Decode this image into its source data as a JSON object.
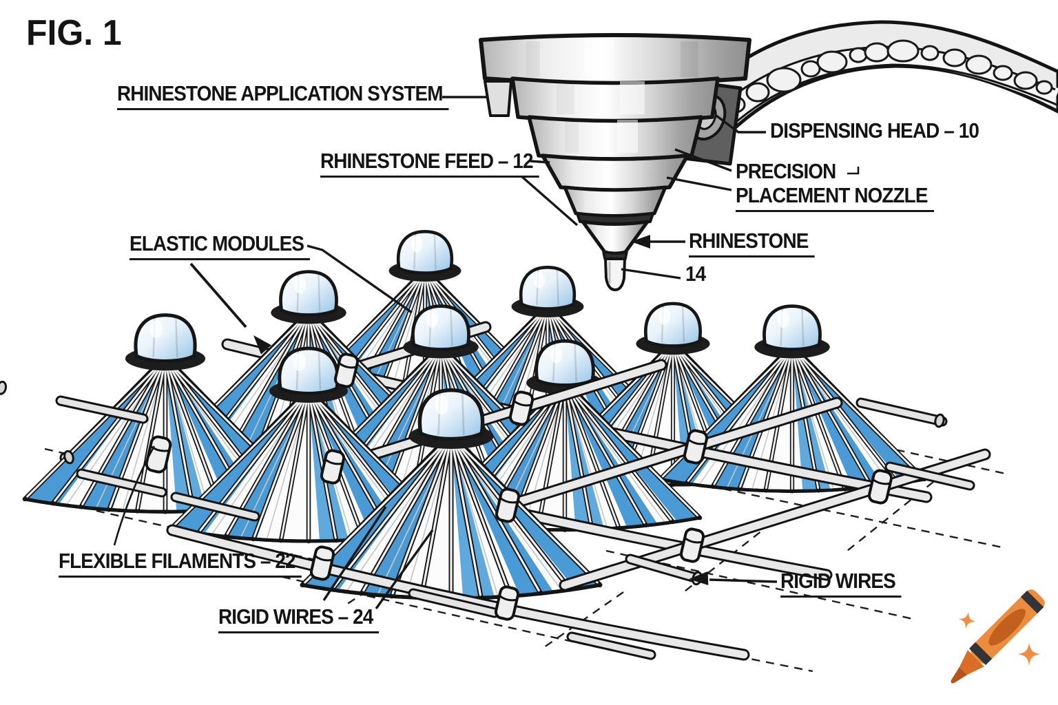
{
  "figure": {
    "id": "FIG. 1"
  },
  "diagram": {
    "callouts": {
      "system": "RHINESTONE APPLICATION SYSTEM",
      "feed": "RHINESTONE FEED – 12",
      "dispensing_head": "DISPENSING HEAD – 10",
      "precision_line1": "PRECISION",
      "precision_line2": "PLACEMENT NOZZLE",
      "rhinestone": "RHINESTONE",
      "rhinestone_ref": "14",
      "elastic_modules": "ELASTIC MODULES",
      "flexible_filaments": "FLEXIBLE FILAMENTS – 22",
      "rigid_wires_ref": "RIGID WIRES – 24",
      "rigid_wires": "RIGID WIRES"
    },
    "colors": {
      "line": "#161616",
      "module_blue": "#4A9BD5",
      "module_blue_light": "#5FA9DC",
      "dome_shade_blue": "#A9CFEA",
      "metal_light": "#efefef",
      "metal_dark": "#9d9d9d",
      "clamp_gray": "#5f5f5f"
    }
  },
  "logo": {
    "icon": "crayon-logo",
    "crayon_orange": "#EC8C3F",
    "crayon_dark_orange": "#C05F1E",
    "crayon_tip": "#B5541C",
    "stripe": "#33333A",
    "sparkle": "#EF8D42"
  }
}
